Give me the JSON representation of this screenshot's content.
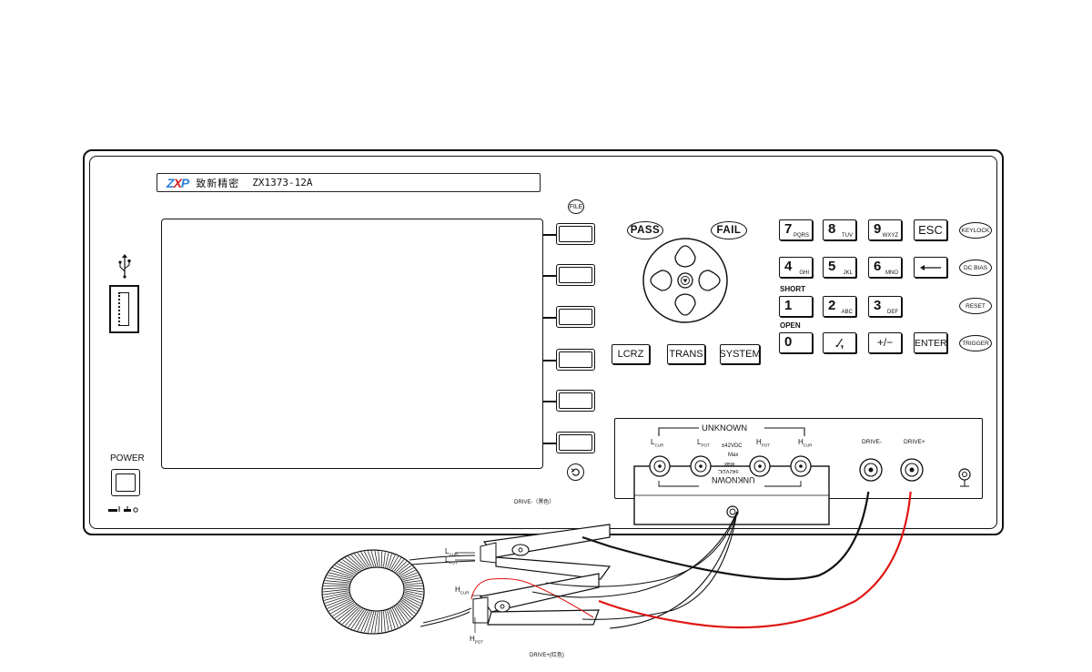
{
  "brand": {
    "logo_z": "Z",
    "logo_x": "X",
    "logo_p": "P",
    "chinese_name": "致新精密",
    "model": "ZX1373-12A"
  },
  "left_panel": {
    "usb_icon": "usb-icon",
    "power_label": "POWER"
  },
  "softkeys": {
    "file_label": "FILE",
    "count": 6,
    "back_icon": "return-icon"
  },
  "nav": {
    "pass_label": "PASS",
    "fail_label": "FAIL",
    "enter_icon": "nav-center-icon",
    "function_keys": [
      "LCRZ",
      "TRANS",
      "SYSTEM"
    ]
  },
  "keypad": {
    "row1": [
      {
        "digit": "7",
        "sub": "PQRS"
      },
      {
        "digit": "8",
        "sub": "TUV"
      },
      {
        "digit": "9",
        "sub": "WXYZ"
      }
    ],
    "esc_label": "ESC",
    "row2": [
      {
        "digit": "4",
        "sub": "GHI"
      },
      {
        "digit": "5",
        "sub": "JKL"
      },
      {
        "digit": "6",
        "sub": "MNO"
      }
    ],
    "backspace_icon": "arrow-left-icon",
    "short_label": "SHORT",
    "row3": [
      {
        "digit": "1",
        "sub": ""
      },
      {
        "digit": "2",
        "sub": "ABC"
      },
      {
        "digit": "3",
        "sub": "DEF"
      }
    ],
    "open_label": "OPEN",
    "row4_zero": "0",
    "dot_label": ".∕,",
    "sign_label": "+/−",
    "enter_label": "ENTER"
  },
  "side_keys": [
    "KEYLOCK",
    "DC BIAS",
    "RESET",
    "TRIGGER"
  ],
  "terminals": {
    "unknown_label": "UNKNOWN",
    "l_cur": "L",
    "l_pot": "L",
    "h_pot": "H",
    "h_cur": "H",
    "cur_sub": "CUR",
    "pot_sub": "POT",
    "voltage_line1": "±42VDC",
    "voltage_line2": "Max",
    "drive_minus": "DRIVE-",
    "drive_plus": "DRIVE+",
    "fixture_label": "UNKNOWN",
    "fixture_voltage": "±42VDC",
    "fixture_max": "Max",
    "ground_icon": "ground-icon"
  },
  "wiring": {
    "drive_minus_note": "DRIVE-（黑色）",
    "drive_plus_note": "DRIVE+(红色)",
    "l_label": "L",
    "h_label": "H",
    "cur_sub": "CUR",
    "pot_sub": "POT",
    "black_wire_color": "#111111",
    "red_wire_color": "#e01515"
  }
}
